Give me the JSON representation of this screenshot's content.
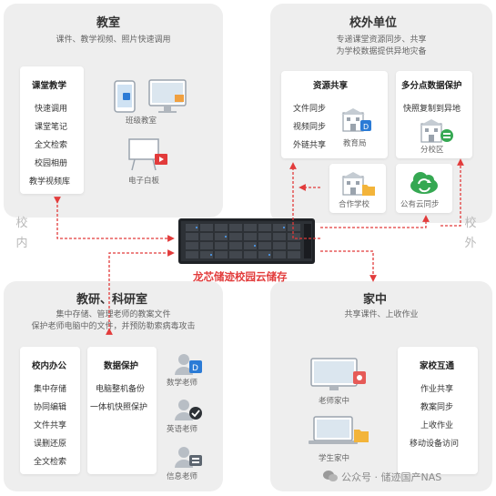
{
  "classroom": {
    "title": "教室",
    "subtitle": "课件、教学视频、照片快速调用",
    "card_title": "课堂教学",
    "items": [
      "快速调用",
      "课堂笔记",
      "全文检索",
      "校园相册",
      "教学视频库"
    ],
    "device_labels": [
      "班级教室",
      "电子白板"
    ]
  },
  "offsite": {
    "title": "校外单位",
    "subtitle": [
      "专递课堂资源同步、共享",
      "为学校数据提供异地灾备"
    ],
    "share_card": {
      "title": "资源共享",
      "items": [
        "文件同步",
        "视频同步",
        "外链共享"
      ],
      "label": "教育局"
    },
    "protect_card": {
      "title": "多分点数据保护",
      "items": [
        "快照复制到异地"
      ],
      "label": "分校区"
    },
    "partner_label": "合作学校",
    "cloud_label": "公有云同步"
  },
  "side_labels": {
    "left": [
      "校",
      "内"
    ],
    "right": [
      "校",
      "外"
    ]
  },
  "center": {
    "label": "龙芯储迹校园云储存"
  },
  "research": {
    "title": "教研、科研室",
    "subtitle": [
      "集中存储、管理老师的教案文件",
      "保护老师电脑中的文件，并预防勒索病毒攻击"
    ],
    "office_card": {
      "title": "校内办公",
      "items": [
        "集中存储",
        "协同编辑",
        "文件共享",
        "误删还原",
        "全文检索"
      ]
    },
    "protect_card": {
      "title": "数据保护",
      "items": [
        "电脑整机备份",
        "一体机快照保护"
      ]
    },
    "teachers": [
      "数学老师",
      "英语老师",
      "信息老师"
    ]
  },
  "home": {
    "title": "家中",
    "subtitle": "共享课件、上收作业",
    "labels": [
      "老师家中",
      "学生家中"
    ],
    "card_title": "家校互通",
    "items": [
      "作业共享",
      "教案同步",
      "上收作业",
      "移动设备访问"
    ]
  },
  "watermark": "公众号 · 储迹国产NAS",
  "colors": {
    "accent_red": "#e23b3b",
    "panel_bg": "#eeeeee",
    "blue_icon": "#2b7bd6",
    "green_icon": "#35a852"
  }
}
